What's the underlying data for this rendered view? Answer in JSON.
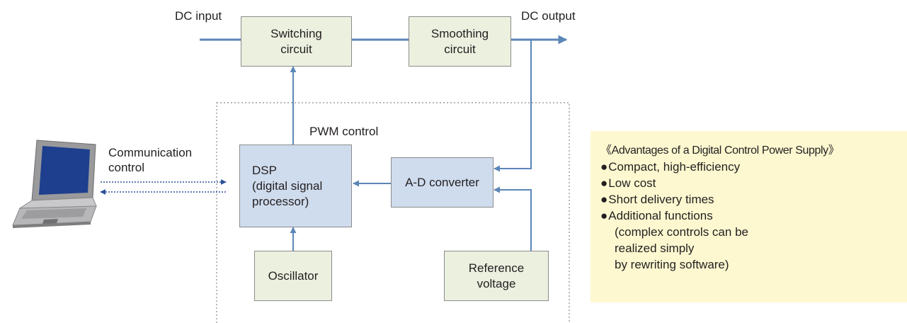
{
  "labels": {
    "dc_input": "DC input",
    "dc_output": "DC output",
    "pwm_control": "PWM control",
    "communication_control": "Communication\ncontrol"
  },
  "blocks": {
    "switching": "Switching\ncircuit",
    "smoothing": "Smoothing\ncircuit",
    "dsp": "DSP\n(digital signal\nprocessor)",
    "adc": "A-D converter",
    "oscillator": "Oscillator",
    "reference": "Reference\nvoltage"
  },
  "advantages": {
    "title": "《Advantages of a Digital Control Power Supply》",
    "bullet": "●",
    "items": [
      "Compact, high-efficiency",
      "Low cost",
      "Short delivery times",
      "Additional functions"
    ],
    "detail": [
      "(complex controls can be",
      "realized simply",
      "by rewriting software)"
    ]
  },
  "colors": {
    "main_line": "#5b86b8",
    "dashed_link": "#2b4f9a",
    "block_green": "#ebf0df",
    "block_blue": "#cfdcee",
    "panel_yellow": "#fdf8d0"
  },
  "icons": {
    "computer": "laptop-icon"
  }
}
